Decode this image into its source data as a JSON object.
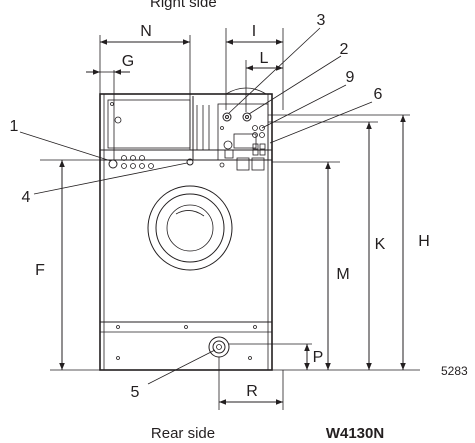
{
  "header": {
    "top_caption": "Right side"
  },
  "footer": {
    "bottom_caption": "Rear side",
    "model": "W4130N"
  },
  "figure_code": "5283",
  "dimension_labels": {
    "N": "N",
    "G": "G",
    "I": "I",
    "L": "L",
    "F": "F",
    "M": "M",
    "K": "K",
    "H": "H",
    "P": "P",
    "R": "R"
  },
  "callouts": {
    "c1": "1",
    "c2": "2",
    "c3": "3",
    "c4": "4",
    "c5": "5",
    "c6": "6",
    "c9": "9"
  }
}
